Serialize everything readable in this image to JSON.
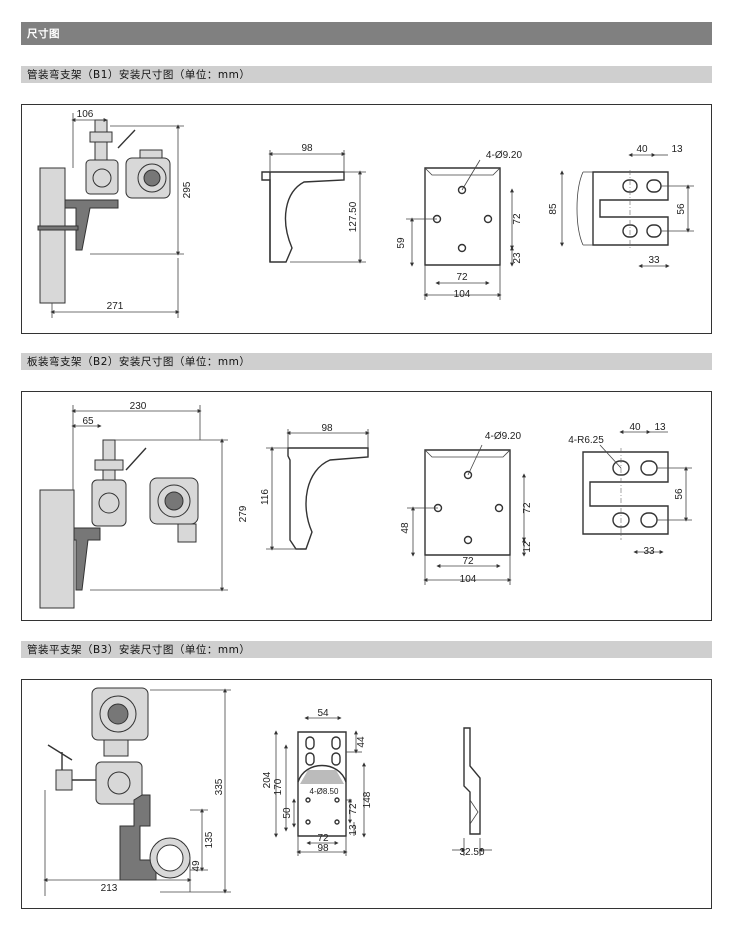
{
  "page_title": "尺寸图",
  "sections": [
    {
      "title": "管装弯支架（B1）安装尺寸图（单位：mm）",
      "assembly": {
        "width": "106",
        "height": "295",
        "base": "271"
      },
      "side": {
        "width": "98",
        "height": "127.50"
      },
      "plate": {
        "holes": "4-Ø9.20",
        "h1": "72",
        "h2": "59",
        "h3": "23",
        "w1": "72",
        "w2": "104"
      },
      "slot": {
        "a": "40",
        "b": "13",
        "c": "85",
        "d": "56",
        "e": "33"
      }
    },
    {
      "title": "板装弯支架（B2）安装尺寸图（单位：mm）",
      "assembly": {
        "width": "65",
        "total": "230",
        "height": "279"
      },
      "side": {
        "width": "98",
        "height": "116"
      },
      "plate": {
        "holes": "4-Ø9.20",
        "h1": "72",
        "h2": "48",
        "h3": "12",
        "w1": "72",
        "w2": "104"
      },
      "slot": {
        "radius": "4-R6.25",
        "a": "40",
        "b": "13",
        "d": "56",
        "e": "33"
      }
    },
    {
      "title": "管装平支架（B3）安装尺寸图（单位：mm）",
      "assembly": {
        "height": "335",
        "pipe": "135",
        "low": "49",
        "base": "213"
      },
      "plate": {
        "top": "54",
        "h204": "204",
        "h170": "170",
        "h50": "50",
        "holes": "4-Ø8.50",
        "r44": "44",
        "r72": "72",
        "r148": "148",
        "r13": "13",
        "w72": "72",
        "w98": "98"
      },
      "side": {
        "thick": "32.50"
      }
    }
  ]
}
